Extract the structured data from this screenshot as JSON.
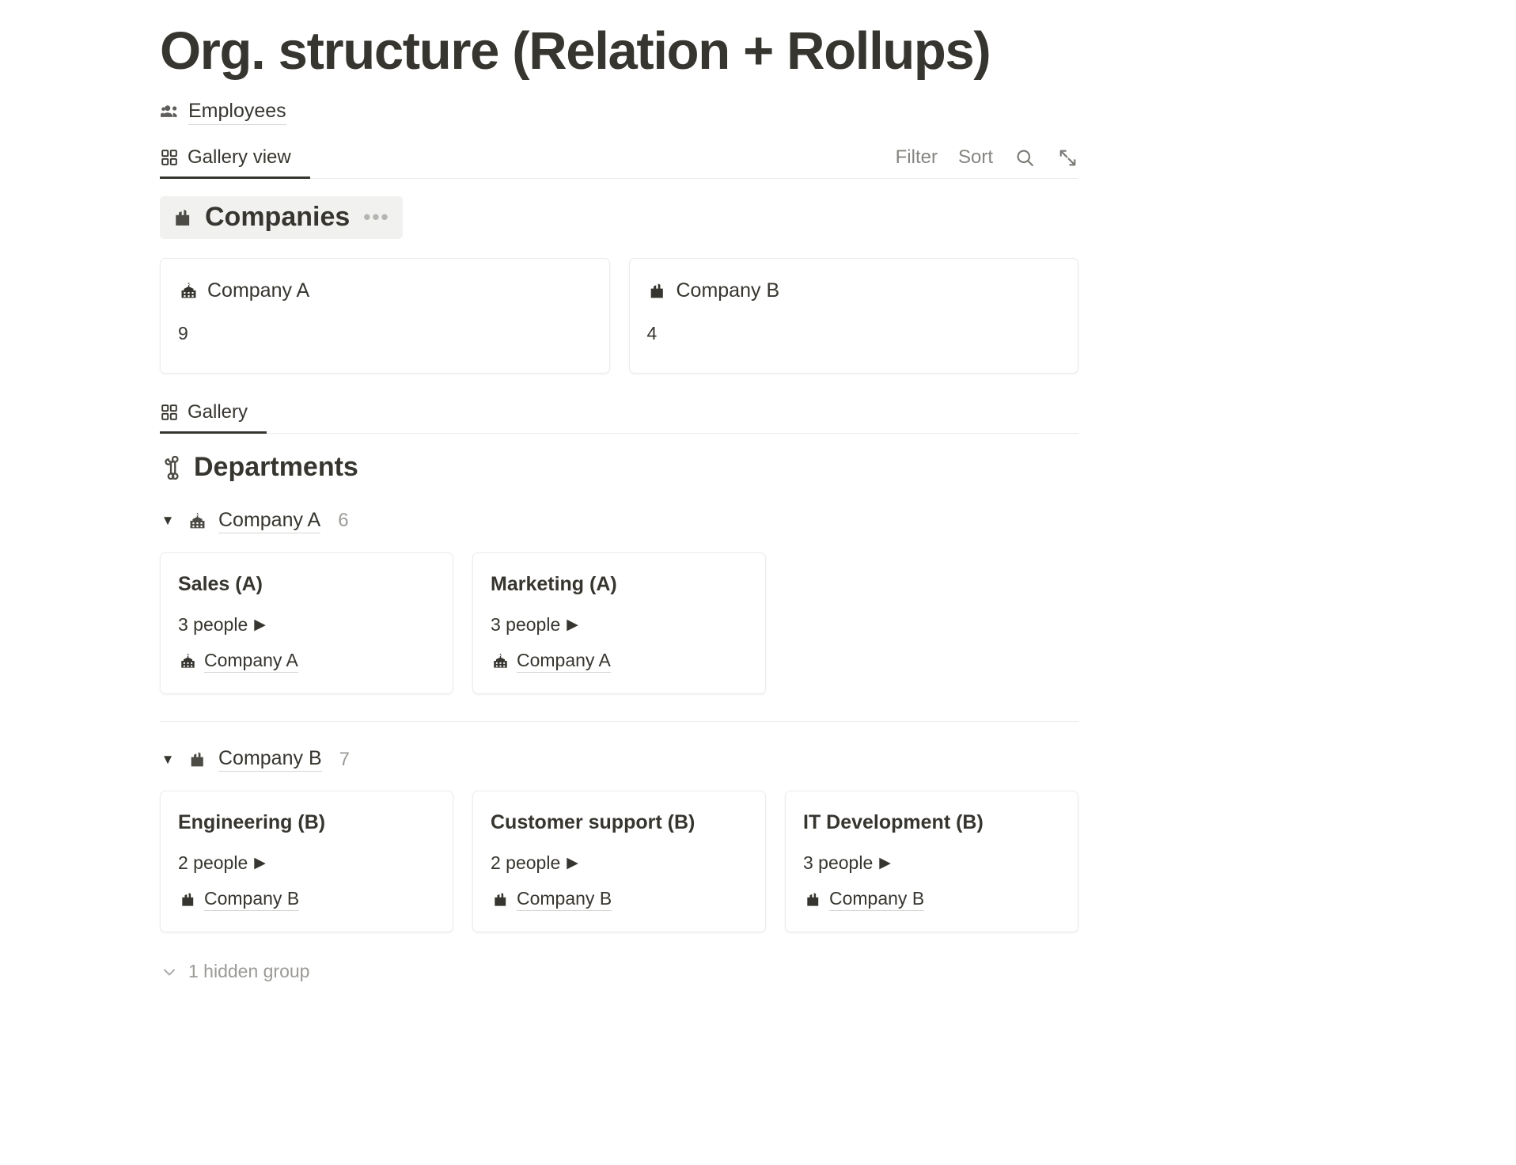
{
  "page": {
    "title": "Org. structure (Relation + Rollups)",
    "breadcrumb": {
      "icon": "people-group-icon",
      "label": "Employees"
    }
  },
  "toolbar": {
    "filter_label": "Filter",
    "sort_label": "Sort",
    "search_icon": "search-icon",
    "expand_icon": "expand-diagonal-icon"
  },
  "companies_section": {
    "view_tab": {
      "icon": "gallery-grid-icon",
      "label": "Gallery view",
      "active": true
    },
    "heading": {
      "icon": "city-building-icon",
      "label": "Companies",
      "menu": "•••"
    },
    "cards": [
      {
        "icon": "school-building-icon",
        "title": "Company A",
        "value": "9"
      },
      {
        "icon": "city-building-icon",
        "title": "Company B",
        "value": "4"
      }
    ]
  },
  "departments_section": {
    "view_tab": {
      "icon": "gallery-grid-icon",
      "label": "Gallery",
      "active": true
    },
    "heading": {
      "icon": "command-icon",
      "label": "Departments"
    },
    "groups": [
      {
        "caret": "▼",
        "icon": "school-building-icon",
        "label": "Company A",
        "count": "6",
        "cards": [
          {
            "title": "Sales (A)",
            "rollup": "3 people",
            "rollup_caret": "▶",
            "relation_icon": "school-building-icon",
            "relation_label": "Company A"
          },
          {
            "title": "Marketing (A)",
            "rollup": "3 people",
            "rollup_caret": "▶",
            "relation_icon": "school-building-icon",
            "relation_label": "Company A"
          }
        ]
      },
      {
        "caret": "▼",
        "icon": "city-building-icon",
        "label": "Company B",
        "count": "7",
        "cards": [
          {
            "title": "Engineering (B)",
            "rollup": "2 people",
            "rollup_caret": "▶",
            "relation_icon": "city-building-icon",
            "relation_label": "Company B"
          },
          {
            "title": "Customer support (B)",
            "rollup": "2 people",
            "rollup_caret": "▶",
            "relation_icon": "city-building-icon",
            "relation_label": "Company B"
          },
          {
            "title": "IT Development (B)",
            "rollup": "3 people",
            "rollup_caret": "▶",
            "relation_icon": "city-building-icon",
            "relation_label": "Company B"
          }
        ]
      }
    ],
    "hidden_group": {
      "icon": "chevron-down-icon",
      "label": "1 hidden group"
    }
  },
  "colors": {
    "text": "#37352f",
    "muted": "#9b9a97",
    "border": "#ececeb",
    "highlight_bg": "#f1f1ef"
  }
}
